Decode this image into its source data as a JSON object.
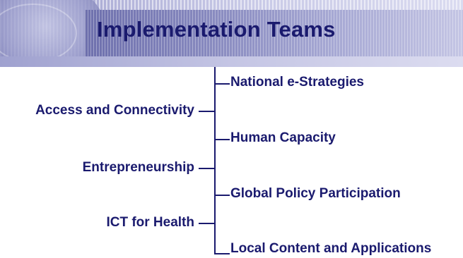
{
  "header": {
    "title": "Implementation Teams"
  },
  "diagram": {
    "left_items": [
      {
        "label": "Access and Connectivity"
      },
      {
        "label": "Entrepreneurship"
      },
      {
        "label": "ICT for Health"
      }
    ],
    "right_items": [
      {
        "label": "National e-Strategies"
      },
      {
        "label": "Human Capacity"
      },
      {
        "label": "Global Policy Participation"
      },
      {
        "label": "Local Content and Applications"
      }
    ]
  },
  "colors": {
    "text": "#1a1a6e",
    "banner": "#a6a8d3"
  }
}
